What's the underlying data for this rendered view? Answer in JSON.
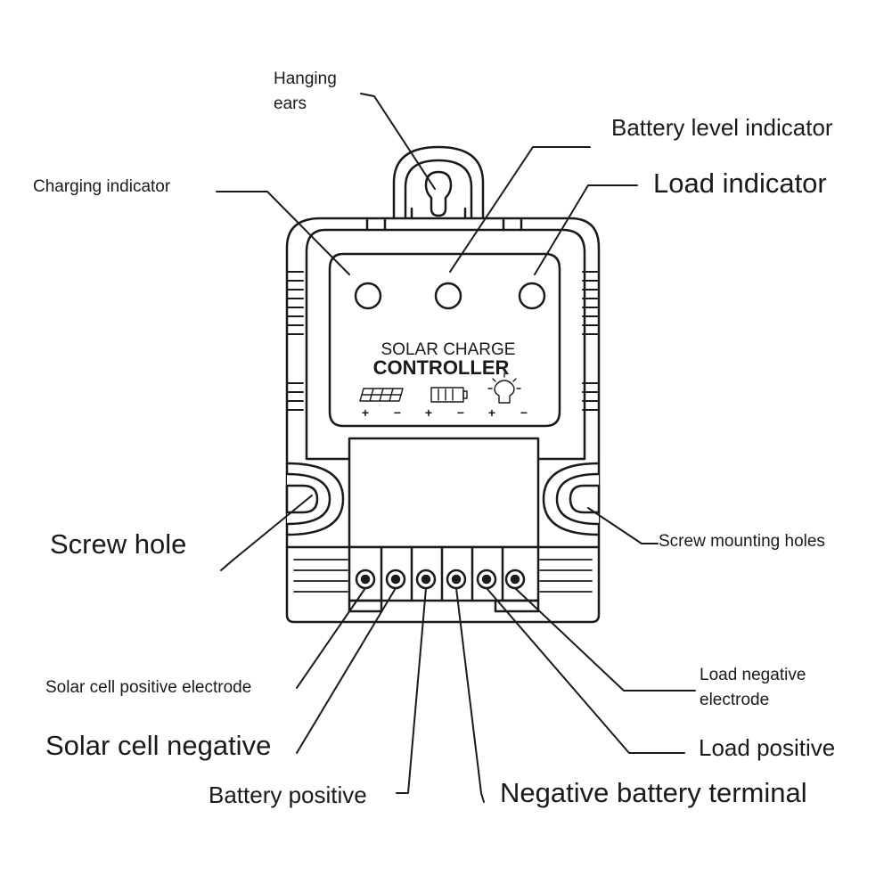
{
  "device": {
    "title_line1": "SOLAR  CHARGE",
    "title_line2": "CONTROLLER",
    "polarity": {
      "plus": "+",
      "minus": "−"
    }
  },
  "labels": {
    "hanging_ears": "Hanging\nears",
    "battery_level_indicator": "Battery level indicator",
    "load_indicator": "Load indicator",
    "charging_indicator": "Charging indicator",
    "screw_hole": "Screw hole",
    "screw_mounting_holes": "Screw mounting holes",
    "solar_cell_positive_electrode": "Solar cell positive electrode",
    "solar_cell_negative": "Solar cell negative",
    "battery_positive": "Battery positive",
    "negative_battery_terminal": "Negative battery terminal",
    "load_negative_electrode": "Load negative\nelectrode",
    "load_positive": "Load positive"
  },
  "colors": {
    "line": "#1a1a1a",
    "fill": "#ffffff"
  }
}
